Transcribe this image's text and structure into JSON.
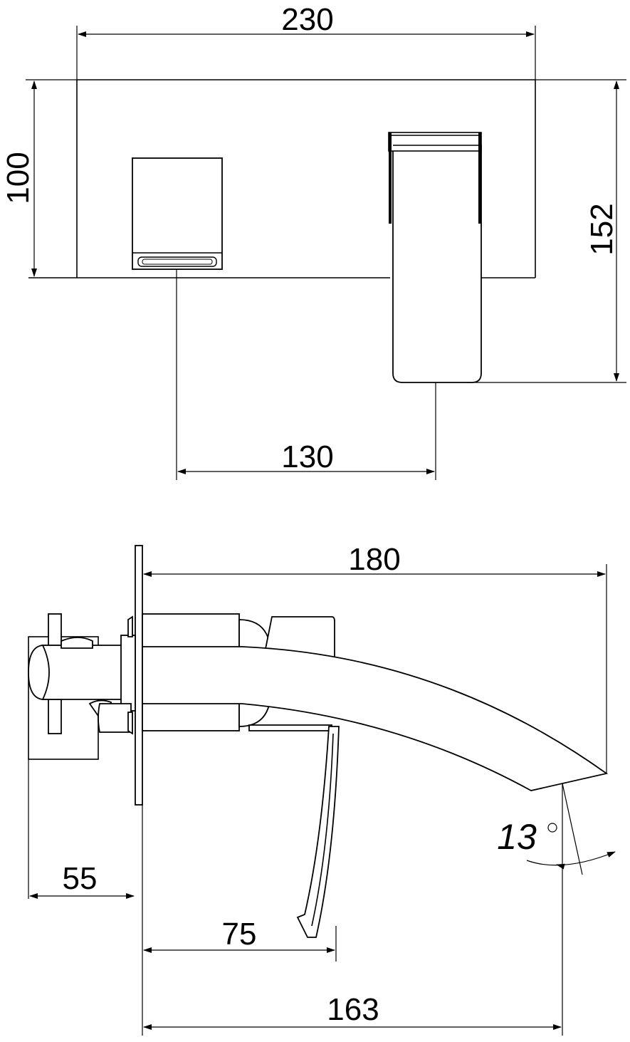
{
  "front_view": {
    "dimensions": {
      "width_230": "230",
      "height_100": "100",
      "height_152": "152",
      "spacing_130": "130"
    }
  },
  "side_view": {
    "dimensions": {
      "length_180": "180",
      "depth_55": "55",
      "lever_75": "75",
      "length_163": "163",
      "angle_13": "13"
    }
  }
}
